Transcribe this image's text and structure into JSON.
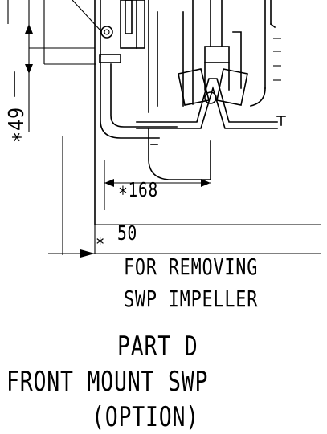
{
  "dimensions": {
    "d49": "∗49",
    "d168": "∗168",
    "d50_mark": "∗",
    "d50": "50"
  },
  "notes": {
    "removing_line1": "FOR REMOVING",
    "removing_line2": "SWP IMPELLER"
  },
  "title": {
    "line1": "PART D",
    "line2": "FRONT MOUNT SWP",
    "line3": "(OPTION)"
  }
}
